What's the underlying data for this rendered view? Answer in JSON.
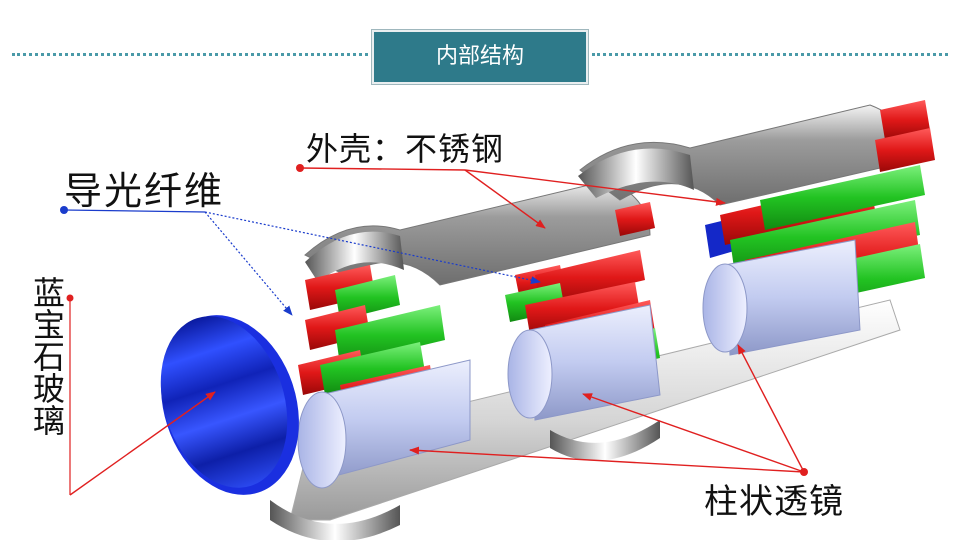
{
  "title": "内部结构",
  "labels": {
    "shell": "外壳：不锈钢",
    "fiber": "导光纤维",
    "sapphire_glass": "蓝宝石玻璃",
    "rod_lens": "柱状透镜"
  },
  "colors": {
    "header": "#2e7a8a",
    "divider": "#4a9aa8",
    "shell": "#9a9a9a",
    "fiber_red": "#e01818",
    "fiber_green": "#22c322",
    "lens": "#b9c3ee",
    "sapphire": "#1428c8",
    "leader": "#e02020",
    "fiber_leader": "#1a3ccc"
  }
}
